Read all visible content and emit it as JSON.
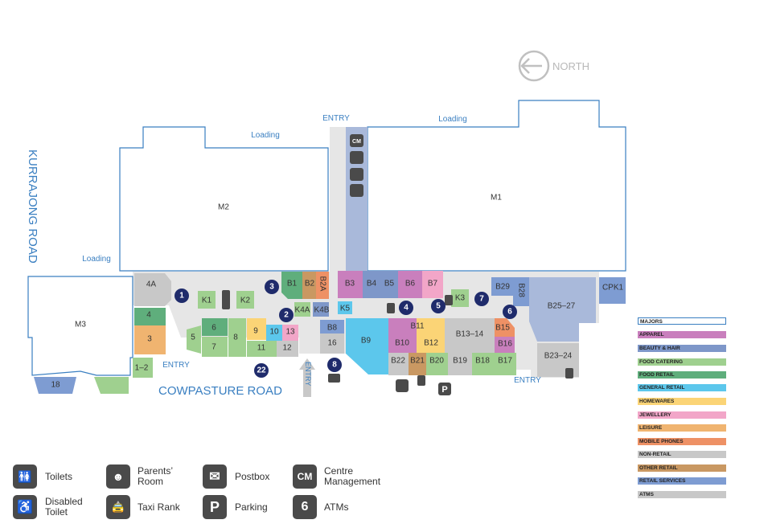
{
  "compass": {
    "label": "NORTH"
  },
  "roads": {
    "west": "KURRAJONG ROAD",
    "south": "COWPASTURE ROAD"
  },
  "tags": {
    "loading": "Loading",
    "entry": "ENTRY"
  },
  "colors": {
    "majors": "#ffffff",
    "apparel": "#c97fbd",
    "beauty_hair": "#7e97c9",
    "food_catering": "#9fd08f",
    "food_retail": "#5fae7c",
    "general_retail": "#5cc7ec",
    "homewares": "#fbd476",
    "jewellery": "#f2a6c8",
    "leisure": "#f0b470",
    "mobile_phones": "#ee9165",
    "non_retail": "#c8c8c8",
    "other_retail": "#c99862",
    "retail_services": "#7e9cd2",
    "atms": "#c8c8c8",
    "corridor": "#e6e6e6",
    "outline": "#3a7fc1"
  },
  "stores": {
    "M1": "M1",
    "M2": "M2",
    "M3": "M3",
    "4A": "4A",
    "4": "4",
    "3": "3",
    "1-2": "1–2",
    "18": "18",
    "5": "5",
    "6": "6",
    "7": "7",
    "8": "8",
    "9": "9",
    "10": "10",
    "11": "11",
    "12": "12",
    "13": "13",
    "K1": "K1",
    "K2": "K2",
    "K3": "K3",
    "K4A": "K4A",
    "K4B": "K4B",
    "K5": "K5",
    "B1": "B1",
    "B2": "B2",
    "B2A": "B2A",
    "B3": "B3",
    "B4": "B4",
    "B5": "B5",
    "B6": "B6",
    "B7": "B7",
    "B8": "B8",
    "16": "16",
    "B9": "B9",
    "B10": "B10",
    "B11": "B11",
    "B12": "B12",
    "B13-14": "B13–14",
    "B15": "B15",
    "B16": "B16",
    "B17": "B17",
    "B18": "B18",
    "B19": "B19",
    "B20": "B20",
    "B21": "B21",
    "B22": "B22",
    "B23-24": "B23–24",
    "B25-27": "B25–27",
    "B28": "B28",
    "B29": "B29",
    "CPK1": "CPK1"
  },
  "points": [
    "1",
    "2",
    "3",
    "4",
    "5",
    "6",
    "7",
    "8",
    "22"
  ],
  "legend": [
    {
      "key": "majors",
      "label": "MAJORS"
    },
    {
      "key": "apparel",
      "label": "APPAREL"
    },
    {
      "key": "beauty_hair",
      "label": "BEAUTY & HAIR"
    },
    {
      "key": "food_catering",
      "label": "FOOD CATERING"
    },
    {
      "key": "food_retail",
      "label": "FOOD RETAIL"
    },
    {
      "key": "general_retail",
      "label": "GENERAL RETAIL"
    },
    {
      "key": "homewares",
      "label": "HOMEWARES"
    },
    {
      "key": "jewellery",
      "label": "JEWELLERY"
    },
    {
      "key": "leisure",
      "label": "LEISURE"
    },
    {
      "key": "mobile_phones",
      "label": "MOBILE PHONES"
    },
    {
      "key": "non_retail",
      "label": "NON-RETAIL"
    },
    {
      "key": "other_retail",
      "label": "OTHER RETAIL"
    },
    {
      "key": "retail_services",
      "label": "RETAIL SERVICES"
    },
    {
      "key": "atms",
      "label": "ATMS"
    }
  ],
  "icon_legend": {
    "toilets": "Toilets",
    "parents_room_1": "Parents’",
    "parents_room_2": "Room",
    "postbox": "Postbox",
    "centre_management_1": "Centre",
    "centre_management_2": "Management",
    "disabled_toilet_1": "Disabled",
    "disabled_toilet_2": "Toilet",
    "taxi_rank": "Taxi Rank",
    "parking": "Parking",
    "atms": "ATMs",
    "cm_glyph": "CM",
    "parking_glyph": "P",
    "atm_glyph": "6"
  }
}
